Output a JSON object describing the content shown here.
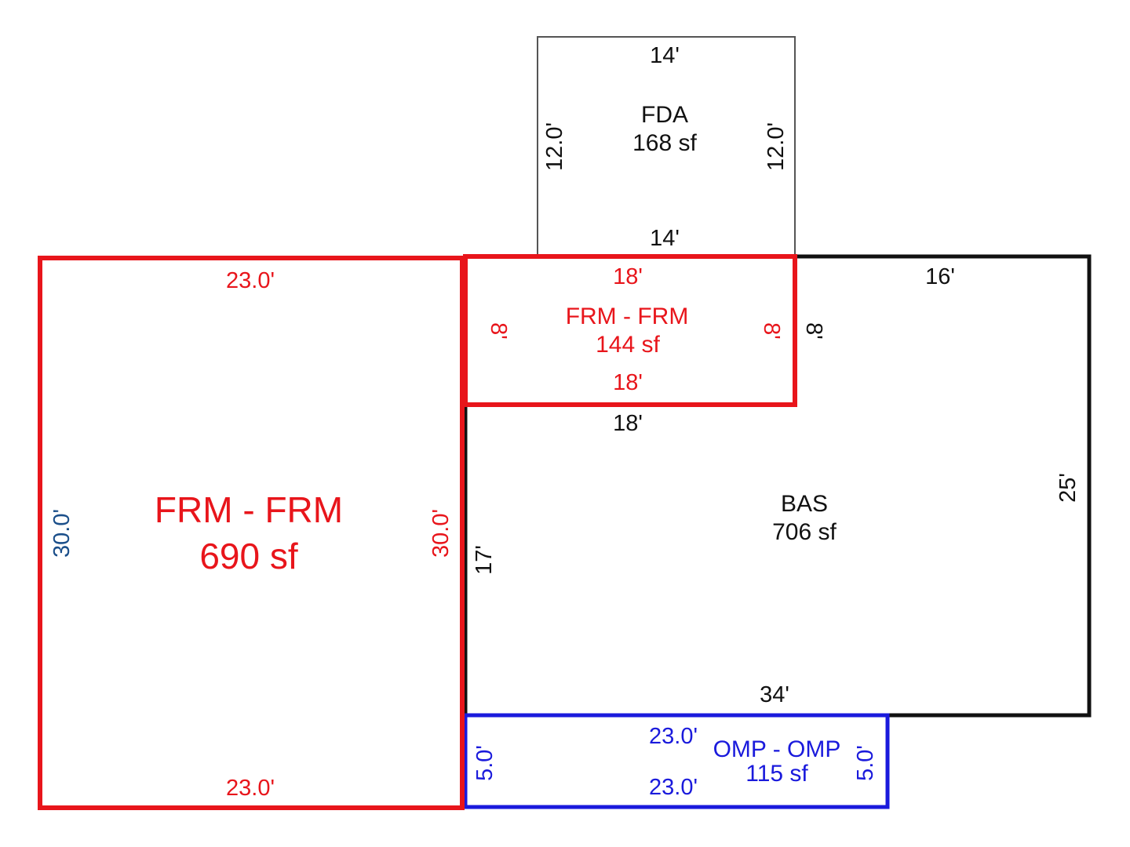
{
  "colors": {
    "red": "#e8151b",
    "black": "#111111",
    "gray": "#555555",
    "blue": "#1a1adc",
    "navy": "#1b4f8a",
    "background": "#ffffff"
  },
  "fda": {
    "code": "FDA",
    "area": "168 sf",
    "top": "14'",
    "bottom": "14'",
    "left": "12.0'",
    "right": "12.0'"
  },
  "frm_large": {
    "code": "FRM - FRM",
    "area": "690 sf",
    "top": "23.0'",
    "bottom": "23.0'",
    "left": "30.0'",
    "right": "30.0'"
  },
  "frm_small": {
    "code": "FRM - FRM",
    "area": "144 sf",
    "top": "18'",
    "bottom": "18'",
    "left": "8'",
    "right": "8'"
  },
  "bas": {
    "code": "BAS",
    "area": "706 sf",
    "top": "16'",
    "notch_side": "8'",
    "notch_top": "18'",
    "right": "25'",
    "left": "17'",
    "bottom": "34'"
  },
  "omp": {
    "code": "OMP - OMP",
    "area": "115 sf",
    "top": "23.0'",
    "bottom": "23.0'",
    "left": "5.0'",
    "right": "5.0'"
  }
}
